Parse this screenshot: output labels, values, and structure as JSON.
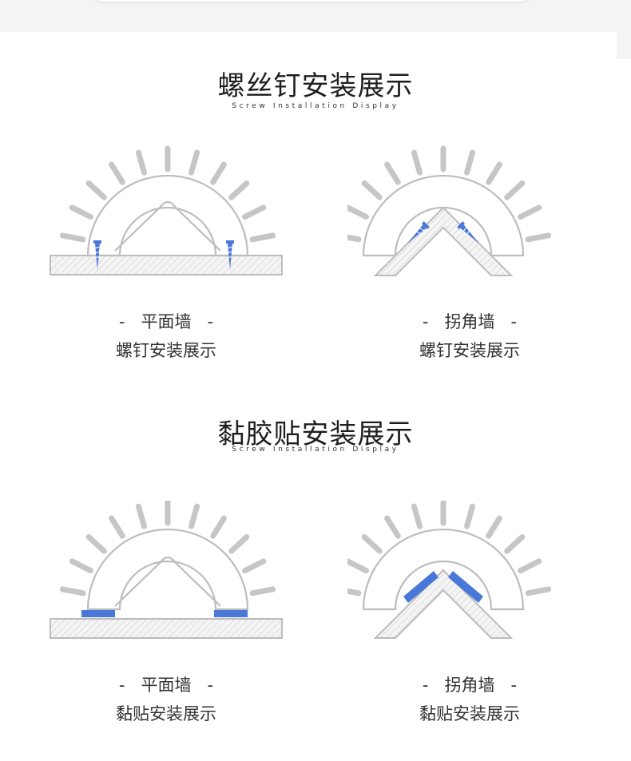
{
  "sections": [
    {
      "title": "螺丝钉安装展示",
      "subtitle": "Screw Installation Display",
      "cards": [
        {
          "wall": "-   平面墙   -",
          "caption": "螺钉安装展示"
        },
        {
          "wall": "-   拐角墙   -",
          "caption": "螺钉安装展示"
        }
      ]
    },
    {
      "title": "黏胶贴安装展示",
      "subtitle": "Screw Installation Display",
      "cards": [
        {
          "wall": "-   平面墙   -",
          "caption": "黏贴安装展示"
        },
        {
          "wall": "-   拐角墙   -",
          "caption": "黏贴安装展示"
        }
      ]
    }
  ],
  "colors": {
    "accent_blue": "#4a78d8",
    "outline_gray": "#bdbdbd",
    "wall_fill": "#f3f3f3"
  },
  "icons": [
    "flat-wall-screw-illustration",
    "corner-wall-screw-illustration",
    "flat-wall-adhesive-illustration",
    "corner-wall-adhesive-illustration"
  ]
}
